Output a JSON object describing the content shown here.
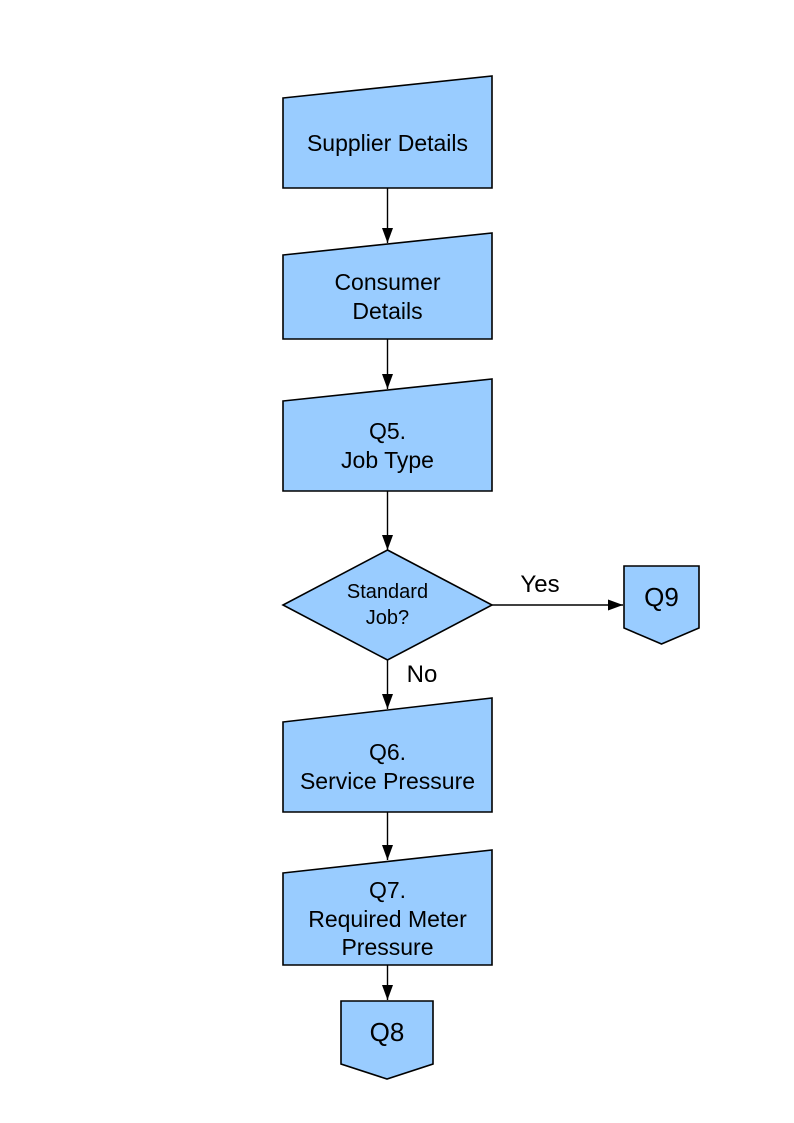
{
  "diagram": {
    "type": "flowchart",
    "background": "#FFFFFF",
    "colors": {
      "shape_fill": "#99CCFF",
      "shape_border": "#000000",
      "connector": "#000000",
      "text": "#000000"
    },
    "nodes": [
      {
        "id": "supplier_details",
        "shape": "manual-input",
        "label": "Supplier Details"
      },
      {
        "id": "consumer_details",
        "shape": "manual-input",
        "label": "Consumer\nDetails"
      },
      {
        "id": "q5_job_type",
        "shape": "manual-input",
        "label": "Q5.\nJob Type"
      },
      {
        "id": "standard_job",
        "shape": "decision",
        "label": "Standard\nJob?"
      },
      {
        "id": "q9",
        "shape": "off-page-connector",
        "label": "Q9"
      },
      {
        "id": "q6_service_pressure",
        "shape": "manual-input",
        "label": "Q6.\nService Pressure"
      },
      {
        "id": "q7_required_meter_pressure",
        "shape": "manual-input",
        "label": "Q7.\nRequired Meter\nPressure"
      },
      {
        "id": "q8",
        "shape": "off-page-connector",
        "label": "Q8"
      }
    ],
    "edges": [
      {
        "from": "supplier_details",
        "to": "consumer_details",
        "label": ""
      },
      {
        "from": "consumer_details",
        "to": "q5_job_type",
        "label": ""
      },
      {
        "from": "q5_job_type",
        "to": "standard_job",
        "label": ""
      },
      {
        "from": "standard_job",
        "to": "q9",
        "label": "Yes"
      },
      {
        "from": "standard_job",
        "to": "q6_service_pressure",
        "label": "No"
      },
      {
        "from": "q6_service_pressure",
        "to": "q7_required_meter_pressure",
        "label": ""
      },
      {
        "from": "q7_required_meter_pressure",
        "to": "q8",
        "label": ""
      }
    ]
  }
}
